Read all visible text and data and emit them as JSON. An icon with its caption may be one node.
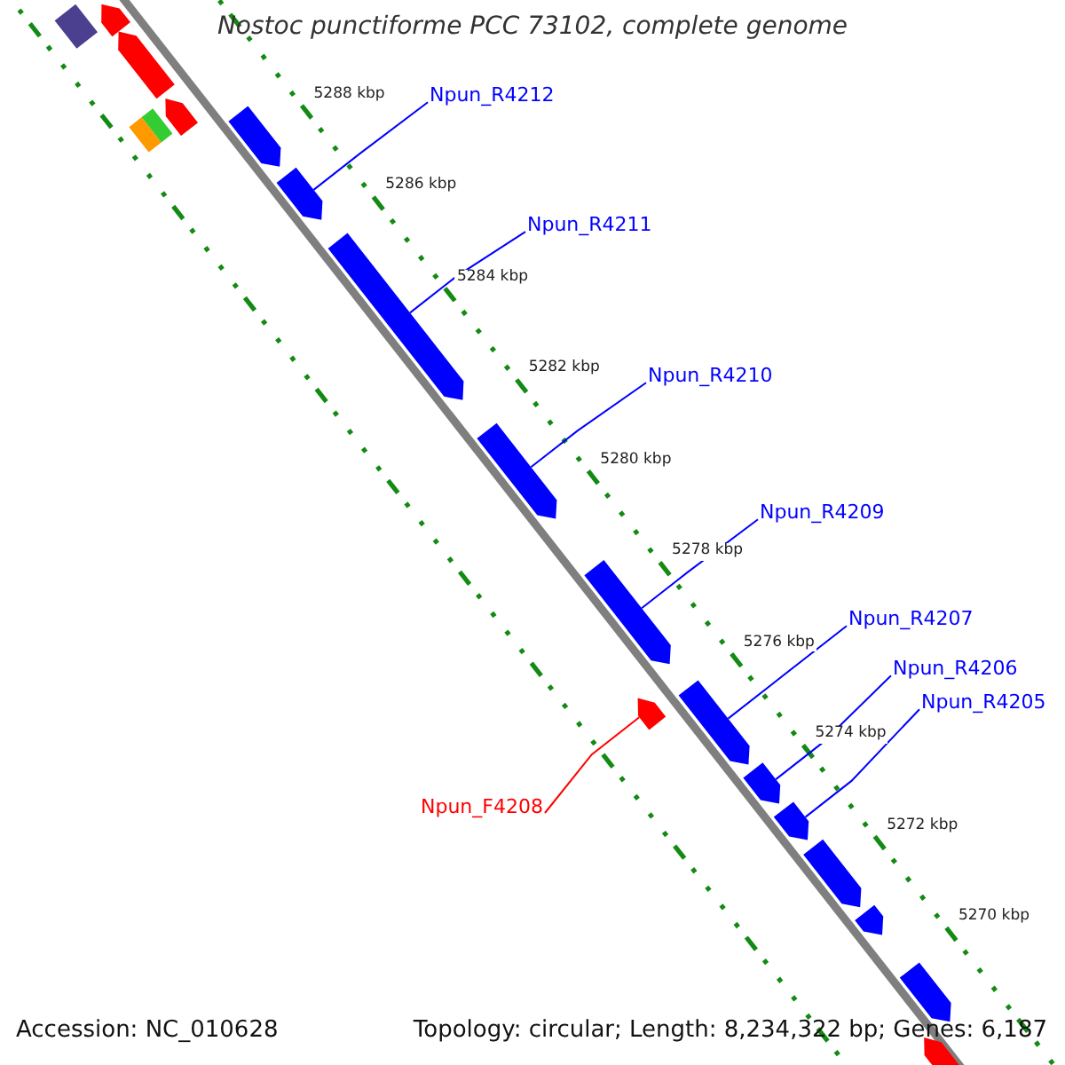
{
  "diagram": {
    "title": "Nostoc punctiforme PCC 73102, complete genome",
    "nodes": [
      {
        "text": [
          "Npun_R4212"
        ]
      },
      {
        "text": [],
        "shape": "pentagon"
      },
      {
        "text": [
          "Npun_R4211"
        ]
      },
      {
        "text": [],
        "shape": "pentagon"
      },
      {
        "text": [
          "Npun_R4210"
        ]
      },
      {
        "text": [],
        "shape": "pentagon"
      },
      {
        "text": [
          "Npun_R4209"
        ]
      },
      {
        "text": [],
        "shape": "pentagon"
      },
      {
        "text": [
          "Npun_R4207"
        ]
      },
      {
        "text": [],
        "shape": "pentagon"
      },
      {
        "text": [
          "Npun_R4206"
        ]
      },
      {
        "text": [],
        "shape": "pentagon"
      },
      {
        "text": [
          "Npun_R4205"
        ]
      },
      {
        "text": [],
        "shape": "pentagon"
      },
      {
        "text": [
          "Npun_F4208"
        ]
      },
      {
        "text": [],
        "shape": "pentagon"
      },
      {
        "text": [],
        "shape": "box"
      },
      {
        "text": [],
        "shape": "pentagon"
      },
      {
        "text": [],
        "shape": "pentagon"
      },
      {
        "text": [],
        "shape": "pentagon"
      },
      {
        "text": [],
        "shape": "box"
      },
      {
        "text": [],
        "shape": "box"
      },
      {
        "text": [],
        "shape": "pentagon"
      },
      {
        "text": [],
        "shape": "pentagon"
      },
      {
        "text": [],
        "shape": "pentagon"
      },
      {
        "text": [],
        "shape": "pentagon"
      },
      {
        "text": [],
        "shape": "pentagon"
      }
    ],
    "edges": [
      {
        "from": 0,
        "to": 1,
        "arrow": "none"
      },
      {
        "from": 2,
        "to": 3,
        "arrow": "none"
      },
      {
        "from": 4,
        "to": 5,
        "arrow": "none"
      },
      {
        "from": 6,
        "to": 7,
        "arrow": "none"
      },
      {
        "from": 8,
        "to": 9,
        "arrow": "none"
      },
      {
        "from": 10,
        "to": 11,
        "arrow": "none"
      },
      {
        "from": 12,
        "to": 13,
        "arrow": "none"
      },
      {
        "from": 14,
        "to": 15,
        "arrow": "none",
        "color": "#ff0000"
      }
    ],
    "labels": [
      "5288 kbp",
      "5286 kbp",
      "5284 kbp",
      "5282 kbp",
      "5280 kbp",
      "5278 kbp",
      "5276 kbp",
      "5274 kbp",
      "5272 kbp",
      "5270 kbp",
      "Accession: NC_010628",
      "Topology: circular; Length: 8,234,322 bp; Genes: 6,187"
    ]
  }
}
